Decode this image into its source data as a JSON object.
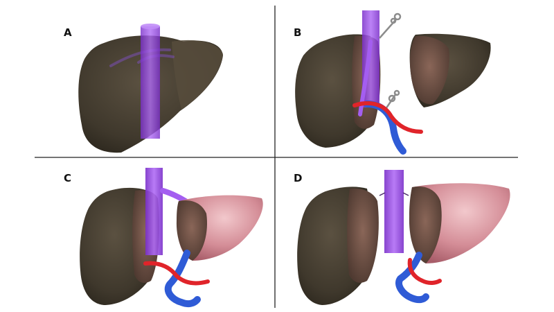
{
  "figure": {
    "panels": [
      {
        "id": "A",
        "label": "A",
        "content": "liver-with-vena-cava"
      },
      {
        "id": "B",
        "label": "B",
        "content": "liver-split-with-clamps"
      },
      {
        "id": "C",
        "label": "C",
        "content": "graft-reperfused-with-vessels"
      },
      {
        "id": "D",
        "label": "D",
        "content": "liver-and-graft-with-anastomosis"
      }
    ],
    "colors": {
      "liver": "#4a4234",
      "liver_dark": "#2f291f",
      "liver_cut": "#6b4f44",
      "graft_pink": "#d99aa3",
      "vena_cava": "#9b4be6",
      "artery": "#e0242a",
      "portal_vein": "#2f5bd6",
      "clamp": "#9a9a9a",
      "divider": "#222222"
    }
  }
}
